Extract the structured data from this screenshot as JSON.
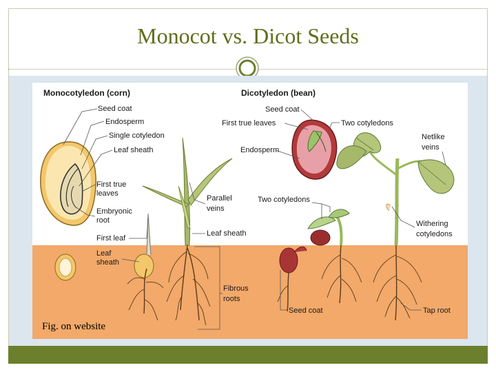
{
  "slide": {
    "title": "Monocot vs. Dicot Seeds"
  },
  "figure": {
    "caption": "Fig. on website",
    "monocot": {
      "heading": "Monocotyledon (corn)",
      "labels": {
        "seed_coat": "Seed coat",
        "endosperm": "Endosperm",
        "single_cotyledon": "Single cotyledon",
        "leaf_sheath_top": "Leaf sheath",
        "first_true_leaves_1": "First true",
        "first_true_leaves_2": "leaves",
        "embryonic_root_1": "Embryonic",
        "embryonic_root_2": "root",
        "first_leaf": "First leaf",
        "leaf_sheath_1": "Leaf",
        "leaf_sheath_2": "sheath",
        "parallel_veins_1": "Parallel",
        "parallel_veins_2": "veins",
        "leaf_sheath_right": "Leaf sheath",
        "fibrous_roots_1": "Fibrous",
        "fibrous_roots_2": "roots"
      }
    },
    "dicot": {
      "heading": "Dicotyledon (bean)",
      "labels": {
        "seed_coat_top": "Seed coat",
        "first_true_leaves": "First true leaves",
        "two_cotyledons_top": "Two cotyledons",
        "endosperm": "Endosperm",
        "netlike_veins_1": "Netlike",
        "netlike_veins_2": "veins",
        "two_cotyledons_mid": "Two cotyledons",
        "withering_1": "Withering",
        "withering_2": "cotyledons",
        "seed_coat_bottom": "Seed coat",
        "tap_root": "Tap root"
      }
    },
    "colors": {
      "title": "#5f6e1c",
      "soil": "#f2a96a",
      "sky": "#ffffff",
      "panel": "#dbe6ee",
      "bar": "#6b7f2d"
    }
  }
}
